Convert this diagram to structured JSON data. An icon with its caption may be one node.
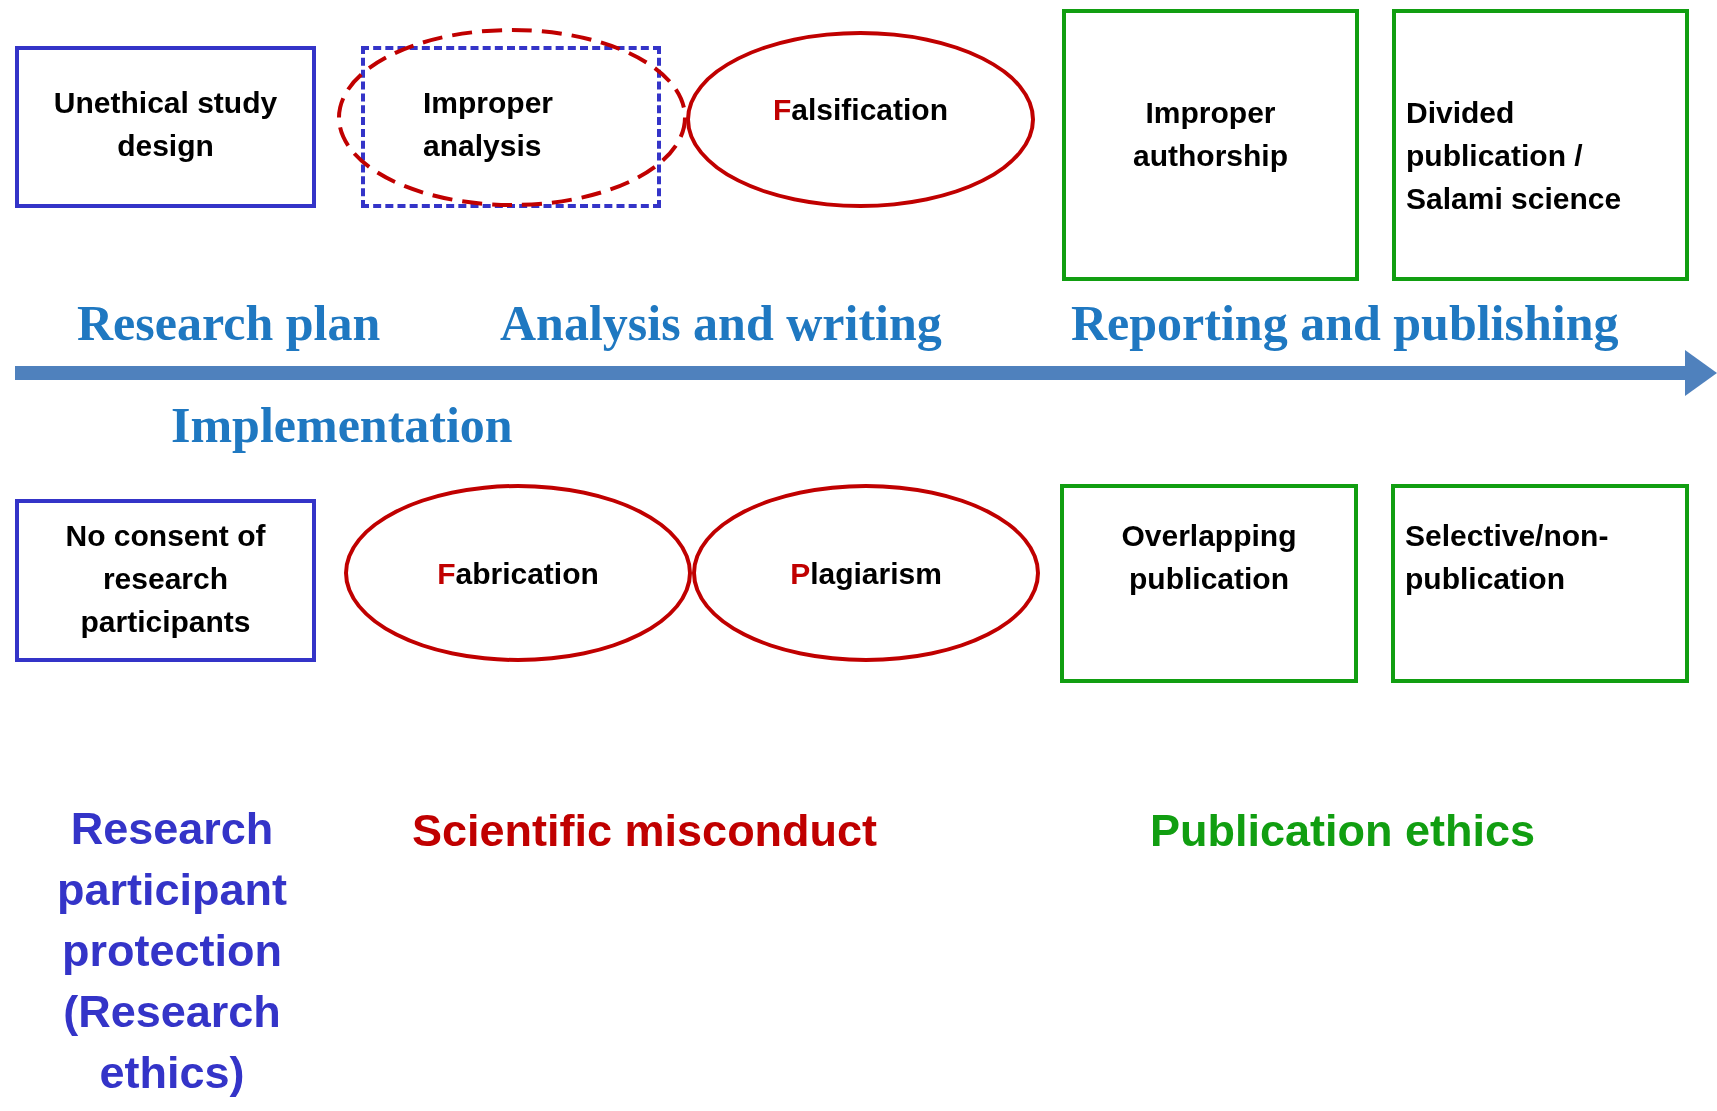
{
  "diagram": {
    "nodes": [
      {
        "text": [
          "Unethical study design"
        ]
      },
      {
        "text": [
          "Improper analysis"
        ]
      },
      {
        "text": [
          "Falsification"
        ]
      },
      {
        "text": [
          "Improper authorship"
        ]
      },
      {
        "text": [
          "Divided publication / Salami science"
        ]
      },
      {
        "text": [
          "No consent of research participants"
        ]
      },
      {
        "text": [
          "Fabrication"
        ]
      },
      {
        "text": [
          "Plagiarism"
        ]
      },
      {
        "text": [
          "Overlapping publication"
        ]
      },
      {
        "text": [
          "Selective/non-publication"
        ]
      }
    ],
    "labels": [
      "Research plan",
      "Analysis and writing",
      "Reporting and publishing",
      "Implementation",
      "Research participant protection (Research ethics)",
      "Scientific misconduct",
      "Publication ethics"
    ]
  }
}
